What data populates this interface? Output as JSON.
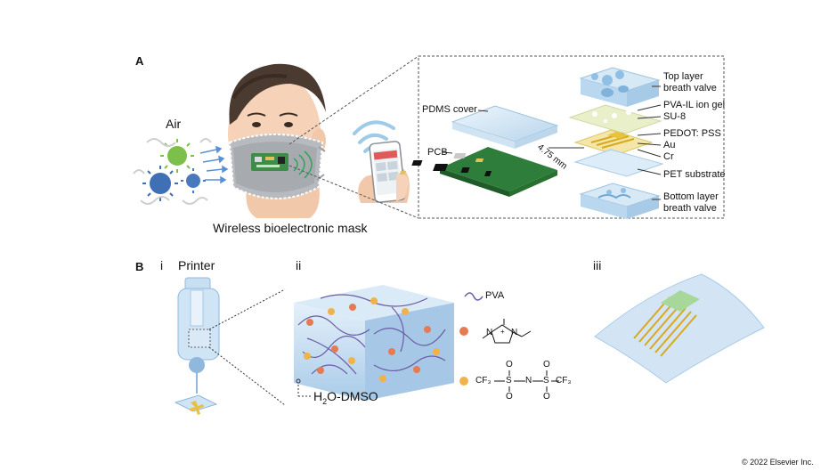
{
  "panel_a": {
    "letter": "A",
    "air_label": "Air",
    "caption": "Wireless bioelectronic mask",
    "pdms_label": "PDMS cover",
    "pcb_label": "PCB",
    "dimension_label": "4.75 mm",
    "layers": [
      "Top layer",
      "breath valve",
      "PVA-IL ion gel",
      "SU-8",
      "PEDOT: PSS",
      "Au",
      "Cr",
      "PET substrate",
      "Bottom layer",
      "breath valve"
    ]
  },
  "panel_b": {
    "letter": "B",
    "sub_i": "i",
    "printer_label": "Printer",
    "sub_ii": "ii",
    "solvent_prefix": "H",
    "solvent_sub": "2",
    "solvent_suffix": "O-DMSO",
    "pva_label": "PVA",
    "chem_labels": [
      "CF₃",
      "S",
      "N",
      "S",
      "CF₃",
      "O",
      "O",
      "O",
      "O",
      "N",
      "N",
      "+"
    ],
    "sub_iii": "iii"
  },
  "copyright": "© 2022 Elsevier Inc.",
  "colors": {
    "gel_blue": "#b9d7ee",
    "gold": "#e8c23a",
    "pcb_green": "#2f7d3a",
    "mask_gray": "#a7abb0",
    "virus_blue": "#3f6fb5",
    "virus_green": "#7cbf4a",
    "anion_orange": "#f0b24a",
    "cation_orange": "#e57b52",
    "pva_purple": "#6b5aa8"
  }
}
